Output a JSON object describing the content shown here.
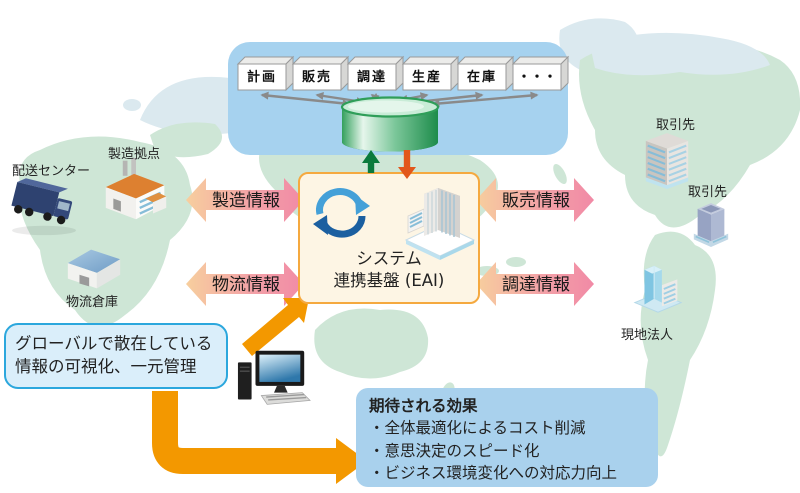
{
  "erp_modules": {
    "items": [
      "計画",
      "販売",
      "調達",
      "生産",
      "在庫",
      "・・・"
    ]
  },
  "eai": {
    "line1": "システム",
    "line2": "連携基盤 (EAI)"
  },
  "flows": {
    "manufacturing": "製造情報",
    "sales": "販売情報",
    "logistics": "物流情報",
    "procurement": "調達情報"
  },
  "sites": {
    "delivery_center": "配送センター",
    "manufacturing_site": "製造拠点",
    "logistics_warehouse": "物流倉庫",
    "partner_top": "取引先",
    "partner_bottom": "取引先",
    "local_subsidiary": "現地法人"
  },
  "callout": {
    "line1": "グローバルで散在している",
    "line2": "情報の可視化、一元管理"
  },
  "effects": {
    "title": "期待される効果",
    "items": [
      "・全体最適化によるコスト削減",
      "・意思決定のスピード化",
      "・ビジネス環境変化への対応力向上"
    ]
  },
  "icons": {
    "database-icon": "green cylinder",
    "sync-icon": "two circular blue arrows",
    "truck-icon": "delivery truck",
    "factory-icon": "factory building",
    "warehouse-icon": "warehouse",
    "office-building-icon": "office tower",
    "desktop-pc-icon": "desktop computer"
  },
  "colors": {
    "panel_blue": "#a6d2ef",
    "effects_blue": "#a9d1ed",
    "callout_fill": "#daeefa",
    "callout_border": "#2ba7dd",
    "eai_fill": "#fdf5e4",
    "eai_border": "#f5a93f",
    "orange_arrow": "#f39800",
    "green_arrow": "#0b7a3c",
    "red_orange_arrow": "#e2571b",
    "pink_arrow_left": "#f7cf9e",
    "pink_arrow_right": "#f18aa6",
    "map_land_green": "#cee6d6",
    "map_land_polar": "#dbe9ef",
    "cylinder_green": "#2fa35c"
  }
}
